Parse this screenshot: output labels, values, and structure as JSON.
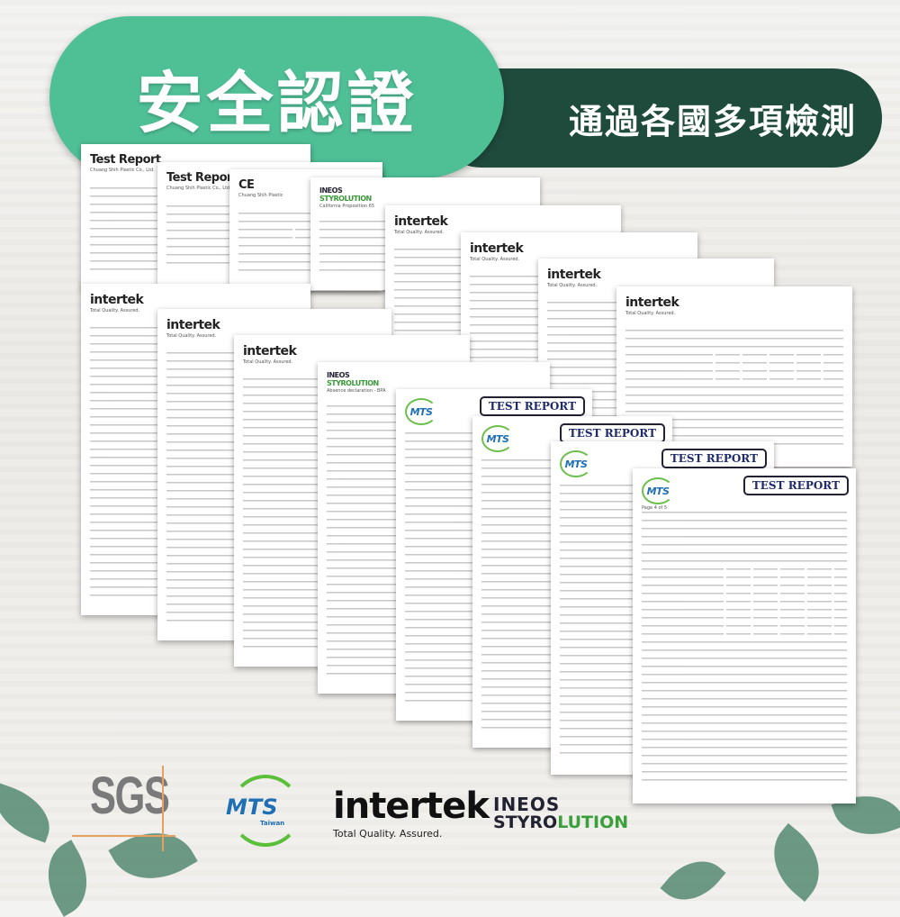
{
  "header": {
    "title": "安全認證",
    "subtitle": "通過各國多項檢測"
  },
  "documents": [
    {
      "type": "text",
      "header": "Test Report",
      "subtext": "Chuang Shih Plastic Co., Ltd."
    },
    {
      "type": "text",
      "header": "Test Report",
      "subtext": "Chuang Shih Plastic Co., Ltd."
    },
    {
      "type": "text",
      "header": "CE",
      "subtext": "Chuang Shih Plastic"
    },
    {
      "type": "ineos",
      "header": "INEOS",
      "header2": "STYROLUTION",
      "subtext": "California Proposition 65"
    },
    {
      "type": "intertek",
      "header": "intertek",
      "subtext": "Total Quality. Assured."
    },
    {
      "type": "intertek",
      "header": "intertek",
      "subtext": "Total Quality. Assured."
    },
    {
      "type": "intertek",
      "header": "intertek",
      "subtext": "Total Quality. Assured."
    },
    {
      "type": "intertek",
      "header": "intertek",
      "subtext": "Total Quality. Assured."
    },
    {
      "type": "intertek",
      "header": "intertek",
      "subtext": "Total Quality. Assured."
    },
    {
      "type": "intertek",
      "header": "intertek",
      "subtext": "Total Quality. Assured."
    },
    {
      "type": "intertek",
      "header": "intertek",
      "subtext": "Total Quality. Assured."
    },
    {
      "type": "ineos",
      "header": "INEOS",
      "header2": "STYROLUTION",
      "subtext": "Absence declaration - BPA"
    },
    {
      "type": "mts",
      "header": "MTS",
      "report": "TEST REPORT",
      "subtext": ""
    },
    {
      "type": "mts",
      "header": "MTS",
      "report": "TEST REPORT",
      "subtext": ""
    },
    {
      "type": "mts",
      "header": "MTS",
      "report": "TEST REPORT",
      "subtext": ""
    },
    {
      "type": "mts",
      "header": "MTS",
      "report": "TEST REPORT",
      "subtext": "Page 4 of 5"
    }
  ],
  "logos": {
    "sgs": "SGS",
    "mts": {
      "name": "MTS",
      "region": "Taiwan"
    },
    "intertek": {
      "name": "intertek",
      "tagline": "Total Quality. Assured."
    },
    "ineos": {
      "line1": "INEOS",
      "line2a": "STYRO",
      "line2b": "LUTION"
    }
  },
  "colors": {
    "bubble": "#4fbf96",
    "pill": "#1f4b3d",
    "mts_blue": "#1f6fb5",
    "ineos_green": "#3aa03a"
  }
}
